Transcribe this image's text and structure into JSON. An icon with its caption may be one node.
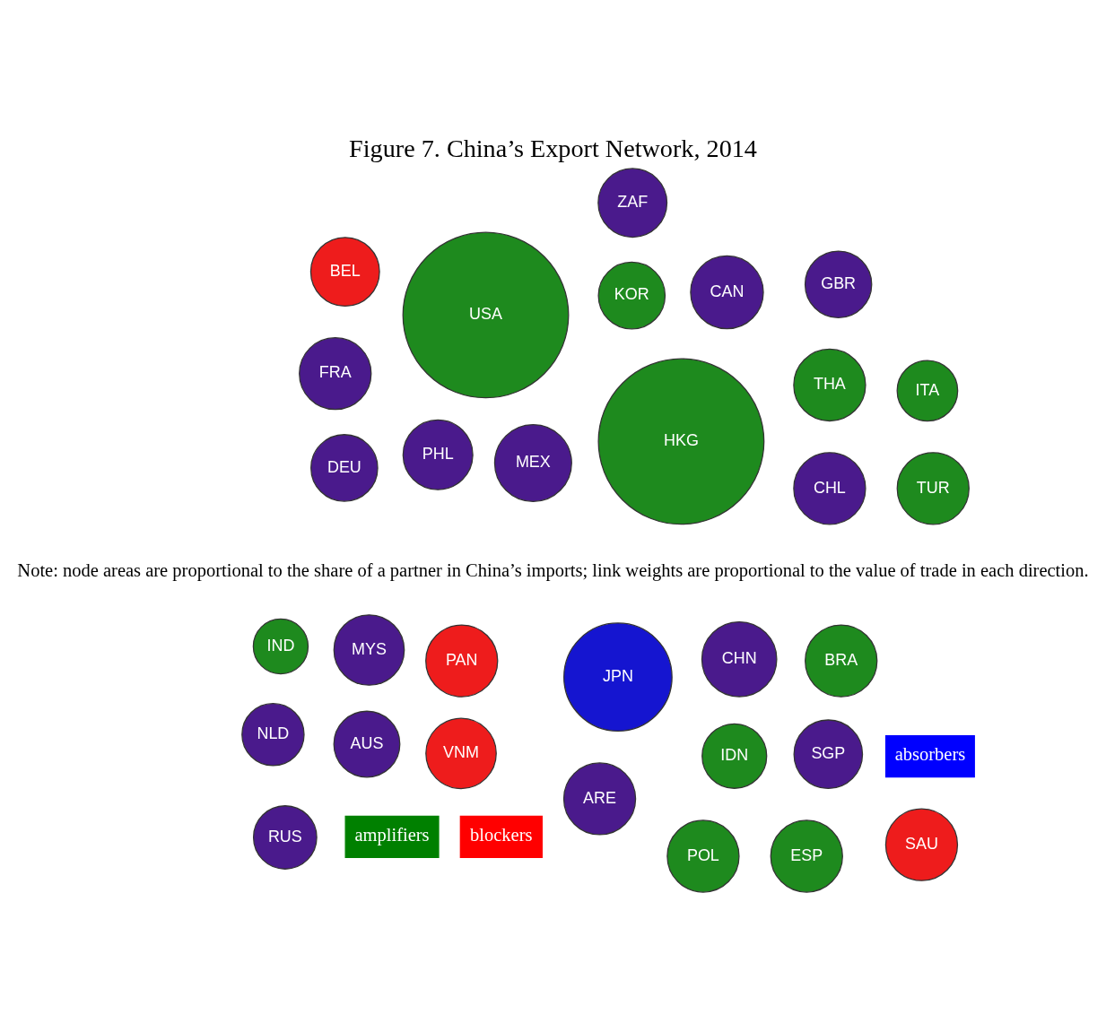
{
  "diagram": {
    "title": "Figure 7. China’s Export Network, 2014",
    "caption": "Note: node areas are proportional to the share of a partner in China’s imports; link weights are proportional to the value of trade in each direction.",
    "nodes": [
      {
        "text": [
          "PAN"
        ]
      },
      {
        "text": [
          "PHL"
        ]
      },
      {
        "text": [
          "CHL"
        ]
      },
      {
        "text": [
          "MEX"
        ]
      },
      {
        "text": [
          "HKG"
        ]
      },
      {
        "text": [
          "THA"
        ]
      },
      {
        "text": [
          "IDN"
        ]
      },
      {
        "text": [
          "SGP"
        ]
      },
      {
        "text": [
          "CAN"
        ]
      },
      {
        "text": [
          "KOR"
        ]
      },
      {
        "text": [
          "BRA"
        ]
      },
      {
        "text": [
          "MYS"
        ]
      },
      {
        "text": [
          "USA"
        ]
      },
      {
        "text": [
          "CHN"
        ]
      },
      {
        "text": [
          "JPN"
        ]
      },
      {
        "text": [
          "AUS"
        ]
      },
      {
        "text": [
          "VNM"
        ]
      },
      {
        "text": [
          "GBR"
        ]
      },
      {
        "text": [
          "BEL"
        ]
      },
      {
        "text": [
          "FRA"
        ]
      },
      {
        "text": [
          "DEU"
        ]
      },
      {
        "text": [
          "IND"
        ]
      },
      {
        "text": [
          "NLD"
        ]
      },
      {
        "text": [
          "ARE"
        ]
      },
      {
        "text": [
          "SAU"
        ]
      },
      {
        "text": [
          "ITA"
        ]
      },
      {
        "text": [
          "RUS"
        ]
      },
      {
        "text": [
          "POL"
        ]
      },
      {
        "text": [
          "ESP"
        ]
      },
      {
        "text": [
          "ZAF"
        ]
      },
      {
        "text": [
          "TUR"
        ]
      }
    ],
    "legend": [
      {
        "text": "amplifiers",
        "color": "#008000"
      },
      {
        "text": "absorbers",
        "color": "#0000ff"
      },
      {
        "text": "blockers",
        "color": "#ff0000"
      }
    ]
  }
}
